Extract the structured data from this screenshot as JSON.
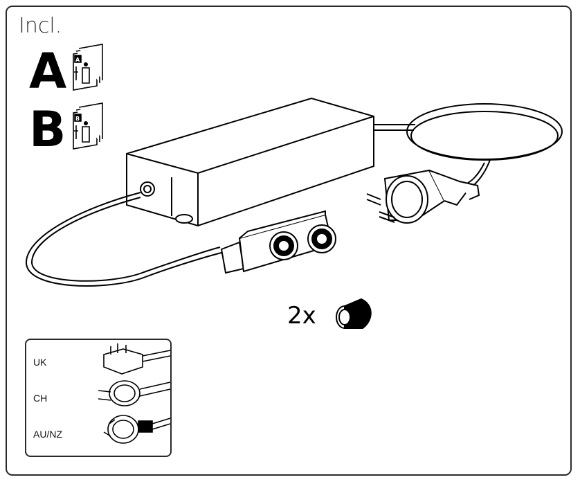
{
  "heading": "Incl.",
  "manuals": [
    {
      "letter": "A",
      "tab": "A"
    },
    {
      "letter": "B",
      "tab": "B"
    }
  ],
  "quantity_label": "2x",
  "plug_options": [
    {
      "label": "UK"
    },
    {
      "label": "CH"
    },
    {
      "label": "AU/NZ"
    }
  ],
  "colors": {
    "line": "#000000",
    "frame": "#2a2a2a",
    "fill": "#ffffff"
  }
}
